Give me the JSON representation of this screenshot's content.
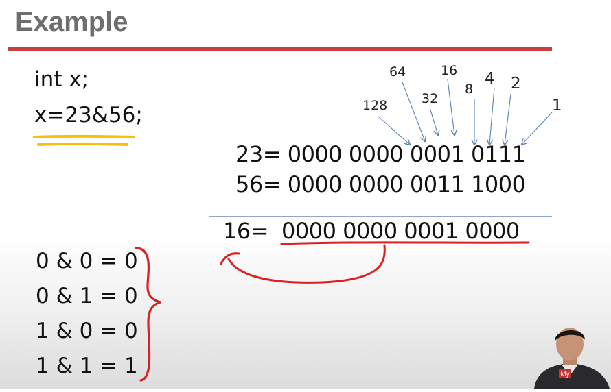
{
  "slide": {
    "title": "Example"
  },
  "code": {
    "line1": "int x;",
    "line2": "x=23&56;"
  },
  "bit_weights": [
    "128",
    "64",
    "32",
    "16",
    "8",
    "4",
    "2",
    "1"
  ],
  "binary": {
    "row1": "23= 0000 0000 0001 0111",
    "row2": "56= 0000 0000 0011 1000",
    "result_label": "16=",
    "result_value": "0000 0000 0001 0000"
  },
  "truth_table": [
    "0 & 0 = 0",
    "0 & 1 = 0",
    "1 & 0 = 0",
    "1 & 1 = 1"
  ],
  "presenter": {
    "badge": "My"
  },
  "colors": {
    "title": "#6e6e6e",
    "rule": "#c9403f",
    "ink_red": "#dd1f1f",
    "highlight": "#f4c20d",
    "arrow": "#5a7fb3"
  }
}
